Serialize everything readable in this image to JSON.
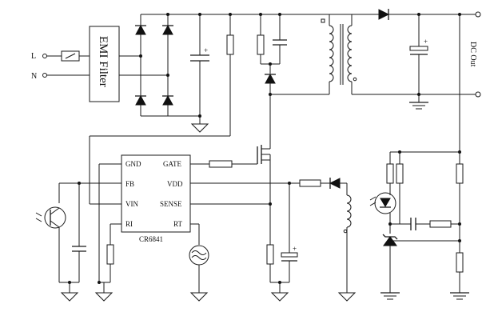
{
  "labels": {
    "line": "L",
    "neutral": "N",
    "emi_filter": "EMI Filter",
    "dc_out": "DC  Out"
  },
  "ic": {
    "part": "CR6841",
    "pins": {
      "gnd": "GND",
      "fb": "FB",
      "vin": "VIN",
      "ri": "RI",
      "gate": "GATE",
      "vdd": "VDD",
      "sense": "SENSE",
      "rt": "RT"
    }
  }
}
